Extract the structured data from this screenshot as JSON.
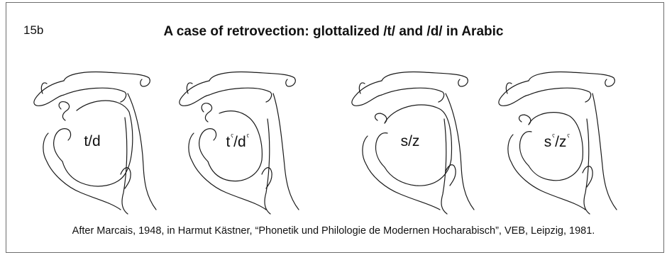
{
  "slide_number": "15b",
  "title": "A case of retrovection: glottalized /t/ and /d/ in Arabic",
  "panels": [
    {
      "id": "t-d",
      "base": "t/d",
      "parts": []
    },
    {
      "id": "t-d-emphatic",
      "base": "",
      "parts": [
        {
          "text": "t",
          "mark": "ˤ"
        },
        {
          "text": "/d",
          "mark": "ˤ"
        }
      ]
    },
    {
      "id": "s-z",
      "base": "s/z",
      "parts": []
    },
    {
      "id": "s-z-emphatic",
      "base": "",
      "parts": [
        {
          "text": "s",
          "mark": "ˤ"
        },
        {
          "text": "/z",
          "mark": "ˤ"
        }
      ]
    }
  ],
  "caption": "After Marcais, 1948, in Harmut Kästner, “Phonetik und Philologie de Modernen Hocharabisch”, VEB, Leipzig, 1981."
}
